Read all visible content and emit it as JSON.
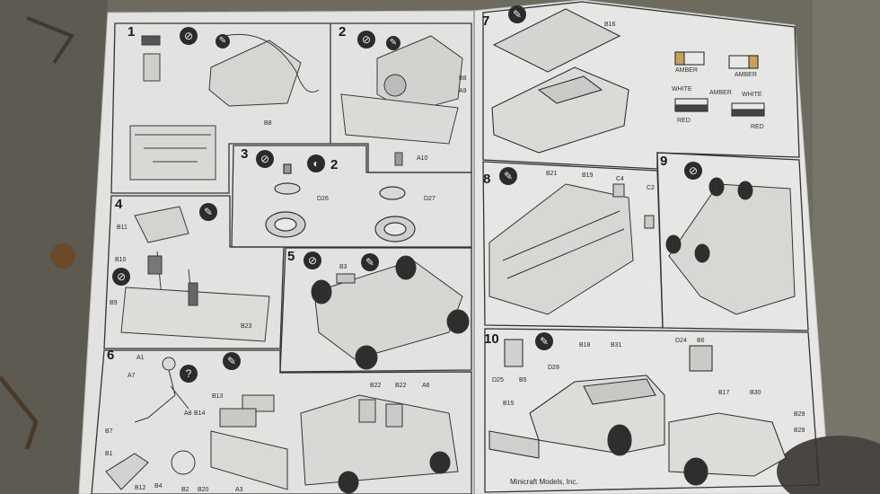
{
  "photo": {
    "steps": [
      {
        "id": "1",
        "label": "1"
      },
      {
        "id": "2",
        "label": "2"
      },
      {
        "id": "3",
        "label": "3"
      },
      {
        "id": "3b",
        "label": "2"
      },
      {
        "id": "4",
        "label": "4"
      },
      {
        "id": "5",
        "label": "5"
      },
      {
        "id": "6",
        "label": "6"
      },
      {
        "id": "7",
        "label": "7"
      },
      {
        "id": "8",
        "label": "8"
      },
      {
        "id": "9",
        "label": "9"
      },
      {
        "id": "10",
        "label": "10"
      }
    ],
    "part_labels": {
      "b8": "B8",
      "a9": "A9",
      "a10": "A10",
      "d26": "D26",
      "d27": "D27",
      "b11": "B11",
      "b10": "B10",
      "b9": "B9",
      "b23": "B23",
      "b3": "B3",
      "a1": "A1",
      "a7": "A7",
      "a8": "A8",
      "b13": "B13",
      "b14": "B14",
      "b7": "B7",
      "b1": "B1",
      "b12": "B12",
      "b4": "B4",
      "b2": "B2",
      "b20": "B20",
      "a3": "A3",
      "b22a": "B22",
      "b22b": "B22",
      "a6": "A6",
      "b16": "B16",
      "b21": "B21",
      "b19": "B19",
      "c4": "C4",
      "c2": "C2",
      "b18": "B18",
      "b31": "B31",
      "d24": "D24",
      "b6": "B6",
      "d28": "D28",
      "d25": "D25",
      "b5": "B5",
      "b15": "B15",
      "b17": "B17",
      "b30": "B30",
      "b29a": "B29",
      "b29b": "B29"
    },
    "color_legend": {
      "amber_left": "AMBER",
      "amber_right": "AMBER",
      "white_left": "WHITE",
      "amber_mid": "AMBER",
      "white_right": "WHITE",
      "red_left": "RED",
      "red_right": "RED"
    },
    "footer": "Minicraft Models, Inc.",
    "colors": {
      "paper": "#e4e4e2",
      "ink": "#2a2a2a",
      "ground": "#6d6a60",
      "red_swatch": "#b03030",
      "amber_swatch": "#c9a25a"
    }
  }
}
